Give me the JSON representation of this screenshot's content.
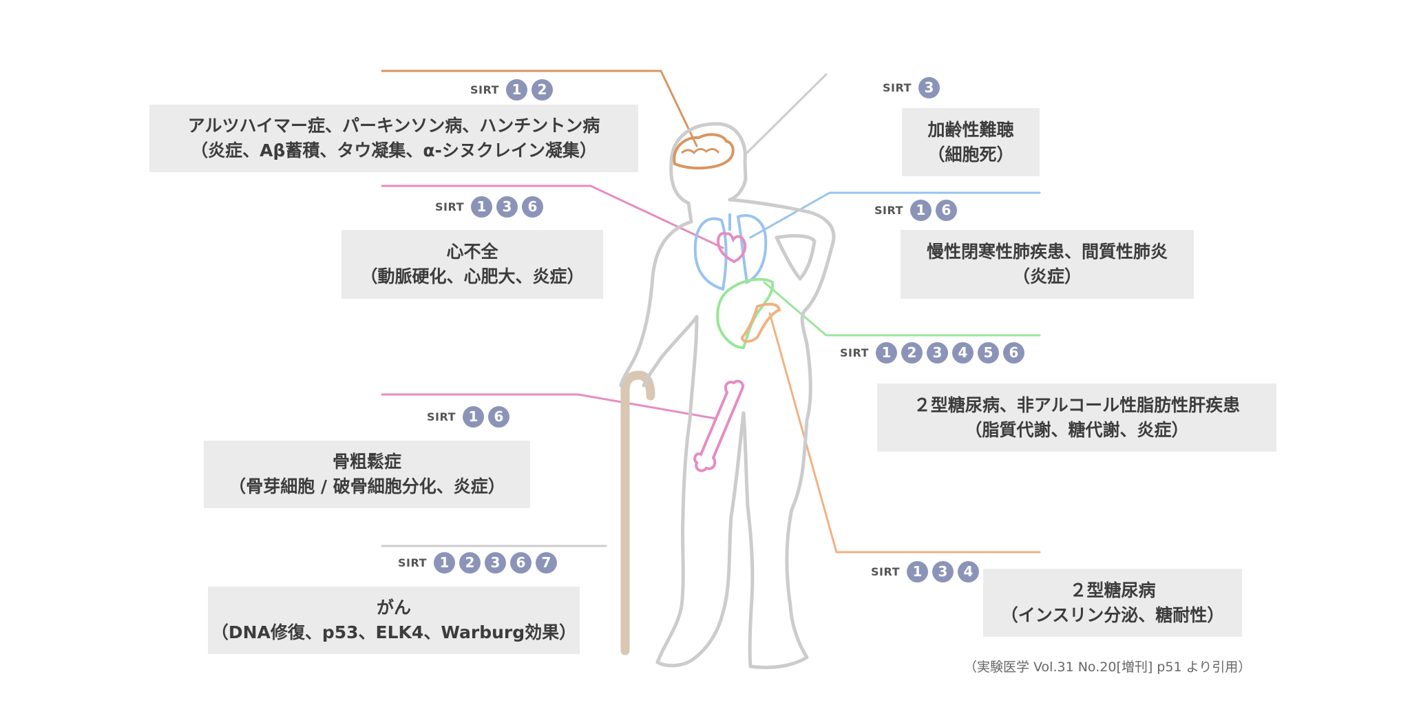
{
  "diagram": {
    "annotations": [
      {
        "id": "brain",
        "organ_color": "#d9955f",
        "sirt_label": "SIRT",
        "sirt": [
          "1",
          "2"
        ],
        "lines": [
          "アルツハイマー症、パーキンソン病、ハンチントン病",
          "（炎症、Aβ蓄積、タウ凝集、α-シヌクレイン凝集）"
        ]
      },
      {
        "id": "ear",
        "organ_color": "#cccccc",
        "sirt_label": "SIRT",
        "sirt": [
          "3"
        ],
        "lines": [
          "加齢性難聴",
          "（細胞死）"
        ]
      },
      {
        "id": "heart",
        "organ_color": "#e68cc2",
        "sirt_label": "SIRT",
        "sirt": [
          "1",
          "3",
          "6"
        ],
        "lines": [
          "心不全",
          "（動脈硬化、心肥大、炎症）"
        ]
      },
      {
        "id": "lung",
        "organ_color": "#99c3ef",
        "sirt_label": "SIRT",
        "sirt": [
          "1",
          "6"
        ],
        "lines": [
          "慢性閉寒性肺疾患、間質性肺炎",
          "（炎症）"
        ]
      },
      {
        "id": "liver",
        "organ_color": "#99e699",
        "sirt_label": "SIRT",
        "sirt": [
          "1",
          "2",
          "3",
          "4",
          "5",
          "6"
        ],
        "lines": [
          "２型糖尿病、非アルコール性脂肪性肝疾患",
          "（脂質代謝、糖代謝、炎症）"
        ]
      },
      {
        "id": "bone",
        "organ_color": "#e68cc2",
        "sirt_label": "SIRT",
        "sirt": [
          "1",
          "6"
        ],
        "lines": [
          "骨粗鬆症",
          "（骨芽細胞 / 破骨細胞分化、炎症）"
        ]
      },
      {
        "id": "cancer",
        "organ_color": "#cccccc",
        "sirt_label": "SIRT",
        "sirt": [
          "1",
          "2",
          "3",
          "6",
          "7"
        ],
        "lines": [
          "がん",
          "（DNA修復、p53、ELK4、Warburg効果）"
        ]
      },
      {
        "id": "pancreas",
        "organ_color": "#f2b182",
        "sirt_label": "SIRT",
        "sirt": [
          "1",
          "3",
          "4"
        ],
        "lines": [
          "２型糖尿病",
          "（インスリン分泌、糖耐性）"
        ]
      }
    ],
    "colors": {
      "body_outline": "#cccccc",
      "cane": "#d9c7b3",
      "box_bg": "#ebebeb",
      "sirt_badge": "#8b94b8"
    },
    "caption": "（実験医学 Vol.31 No.20[増刊] p51 より引用）"
  }
}
